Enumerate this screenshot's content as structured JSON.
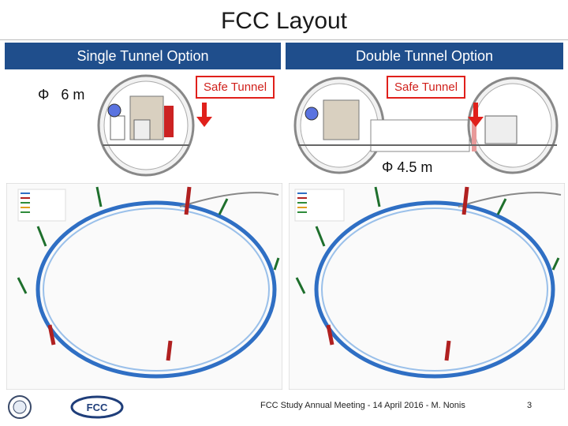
{
  "title": "FCC Layout",
  "headers": {
    "left": "Single Tunnel Option",
    "right": "Double Tunnel Option"
  },
  "tunnels": {
    "single_diameter": "6 m",
    "double_diameter": "4.5 m",
    "phi_symbol": "Φ",
    "safe_label_left": "Safe Tunnel",
    "safe_label_right": "Safe Tunnel"
  },
  "colors": {
    "header_band": "#1f4e8c",
    "ring": "#2f6fc4",
    "experimental": "#b02020",
    "access": "#2e8b3a",
    "safe": "#e0201b"
  },
  "footer": {
    "text": "FCC Study Annual Meeting - 14 April 2016 - M. Nonis",
    "page": "3"
  },
  "logos": [
    "KIT logo",
    "FCC logo"
  ]
}
